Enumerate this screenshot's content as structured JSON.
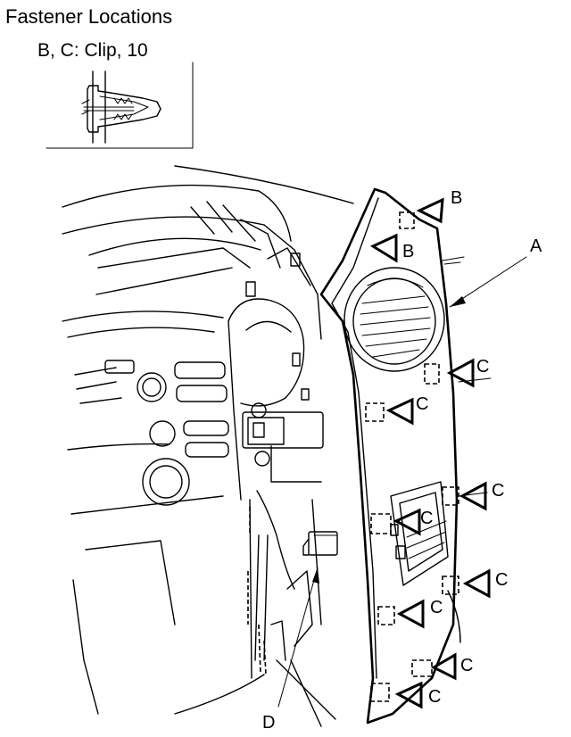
{
  "title": "Fastener Locations",
  "clip_caption": "B, C: Clip, 10",
  "callouts": {
    "a": "A",
    "b": "B",
    "c": "C",
    "d": "D"
  }
}
